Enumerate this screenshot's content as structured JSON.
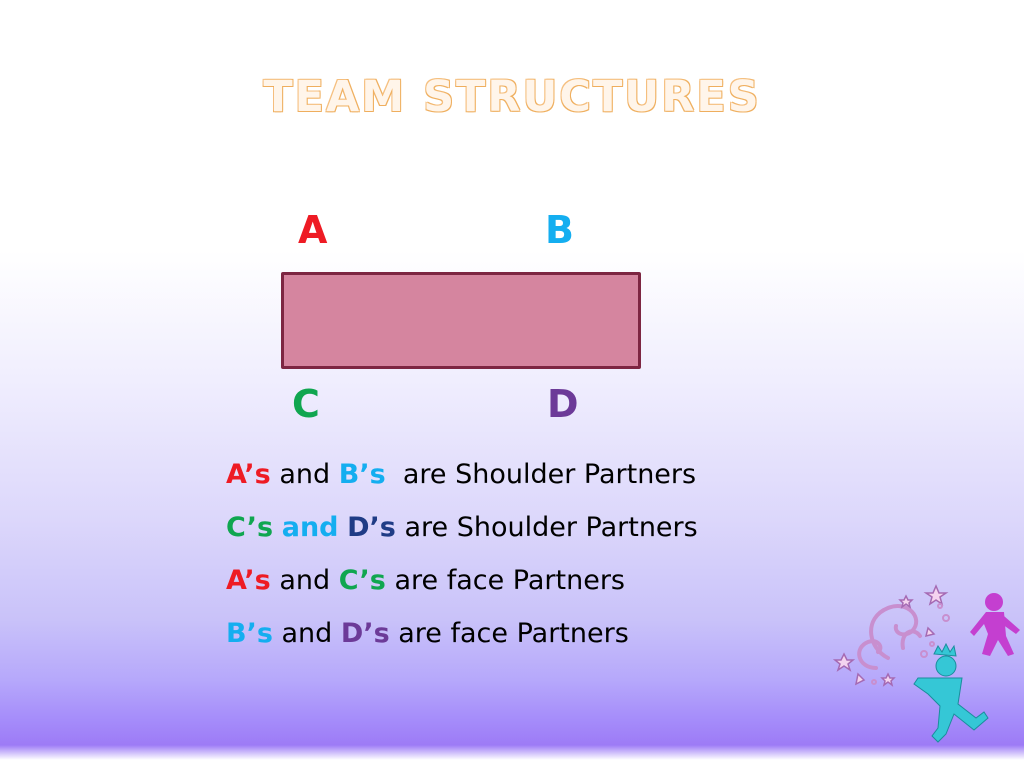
{
  "slide": {
    "title": "TEAM STRUCTURES",
    "corners": {
      "a": "A",
      "b": "B",
      "c": "C",
      "d": "D"
    },
    "colors": {
      "a": "#ee1b24",
      "b": "#14aef0",
      "c": "#10a650",
      "d": "#6c3a98",
      "rect_fill": "#d5859f",
      "rect_border": "#7d2642",
      "title": "#efb265"
    },
    "lines": [
      {
        "p1": "A’s",
        "conj": "and",
        "p2": "B’s",
        "rest": "are Shoulder Partners"
      },
      {
        "p1": "C’s",
        "conj": "and",
        "p2": "D’s",
        "rest": "are Shoulder Partners"
      },
      {
        "p1": "A’s",
        "conj": "and",
        "p2": "C’s",
        "rest": "are face Partners"
      },
      {
        "p1": "B’s",
        "conj": "and",
        "p2": "D’s",
        "rest": "are face Partners"
      }
    ],
    "clipart": "party-kids-clipart"
  }
}
